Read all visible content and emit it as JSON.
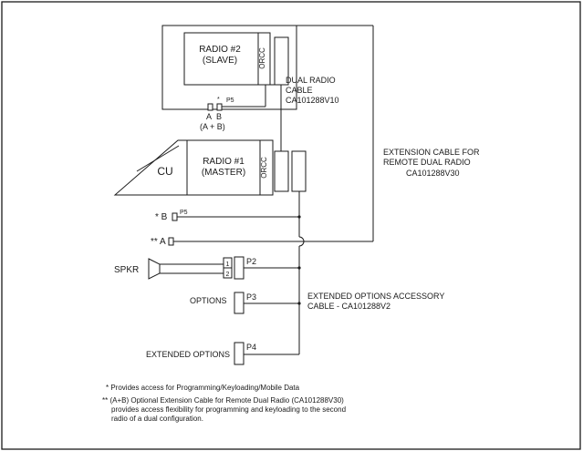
{
  "radio2": {
    "name": "RADIO #2",
    "role": "(SLAVE)",
    "tag": "ORCC"
  },
  "radio1": {
    "name": "RADIO #1",
    "role": "(MASTER)",
    "tag": "ORCC"
  },
  "cu": "CU",
  "dual_cable": {
    "line1": "DUAL RADIO",
    "line2": "CABLE",
    "line3": "CA101288V10"
  },
  "ab_connector": {
    "star": "*",
    "p5": "P5",
    "a": "A",
    "b": "B",
    "ab": "(A + B)"
  },
  "extension_cable": {
    "line1": "EXTENSION CABLE FOR",
    "line2": "REMOTE DUAL RADIO",
    "line3": "CA101288V30"
  },
  "b_port": {
    "label": "* B",
    "p5": "P5"
  },
  "a_port": {
    "label": "** A"
  },
  "spkr": {
    "label": "SPKR",
    "pin1": "1",
    "pin2": "2",
    "p2": "P2"
  },
  "options": {
    "label": "OPTIONS",
    "p3": "P3"
  },
  "ext_options_cable": {
    "line1": "EXTENDED OPTIONS ACCESSORY",
    "line2": "CABLE - CA101288V2"
  },
  "extended_options": {
    "label": "EXTENDED OPTIONS",
    "p4": "P4"
  },
  "notes": {
    "note1": "* Provides access for Programming/Keyloading/Mobile Data",
    "note2_line1": "** (A+B) Optional Extension Cable for Remote Dual Radio (CA101288V30)",
    "note2_line2": "provides access flexibility for programming and keyloading to the second",
    "note2_line3": "radio of a dual configuration."
  }
}
